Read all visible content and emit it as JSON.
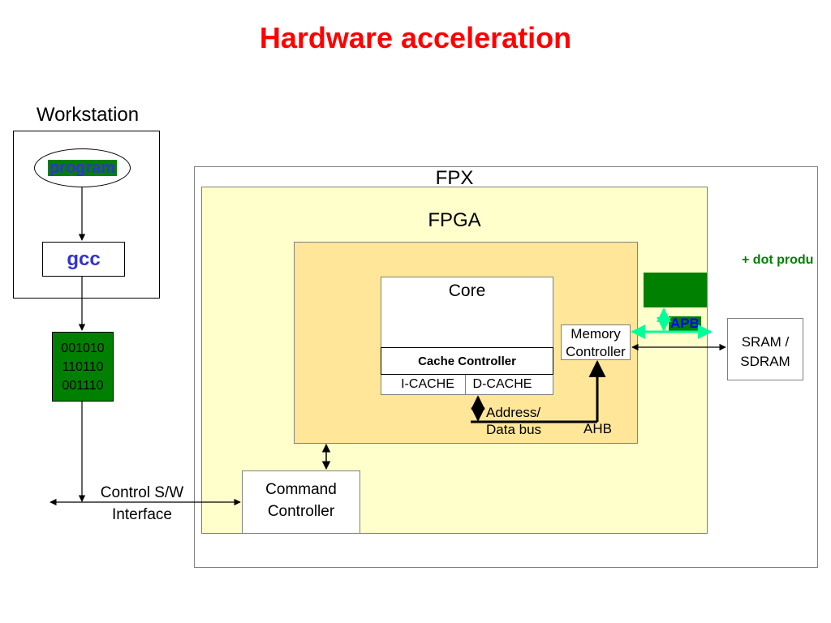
{
  "title": "Hardware acceleration",
  "workstation": {
    "label": "Workstation",
    "program": "program",
    "compiler": "gcc"
  },
  "binary": {
    "line1": "001010",
    "line2": "110110",
    "line3": "001110"
  },
  "control_interface": {
    "line1": "Control S/W",
    "line2": "Interface"
  },
  "fpx": {
    "label": "FPX"
  },
  "fpga": {
    "label": "FPGA"
  },
  "core": {
    "label": "Core",
    "cache_controller": "Cache Controller",
    "icache": "I-CACHE",
    "dcache": "D-CACHE"
  },
  "memory_controller": {
    "line1": "Memory",
    "line2": "Controller"
  },
  "bus": {
    "line1": "Address/",
    "line2": "Data bus",
    "ahb": "AHB",
    "apb": "APB"
  },
  "command_controller": {
    "line1": "Command",
    "line2": "Controller"
  },
  "sram": {
    "line1": "SRAM /",
    "line2": "SDRAM"
  },
  "annotation": "+ dot produ",
  "colors": {
    "title": "#ff0000",
    "green_block": "#008000",
    "fpga_fill": "#ffffcc",
    "inner_fill": "#ffe699",
    "apb_arrow": "#00ff99",
    "annotation": "#008000",
    "program_text": "#3333cc"
  }
}
